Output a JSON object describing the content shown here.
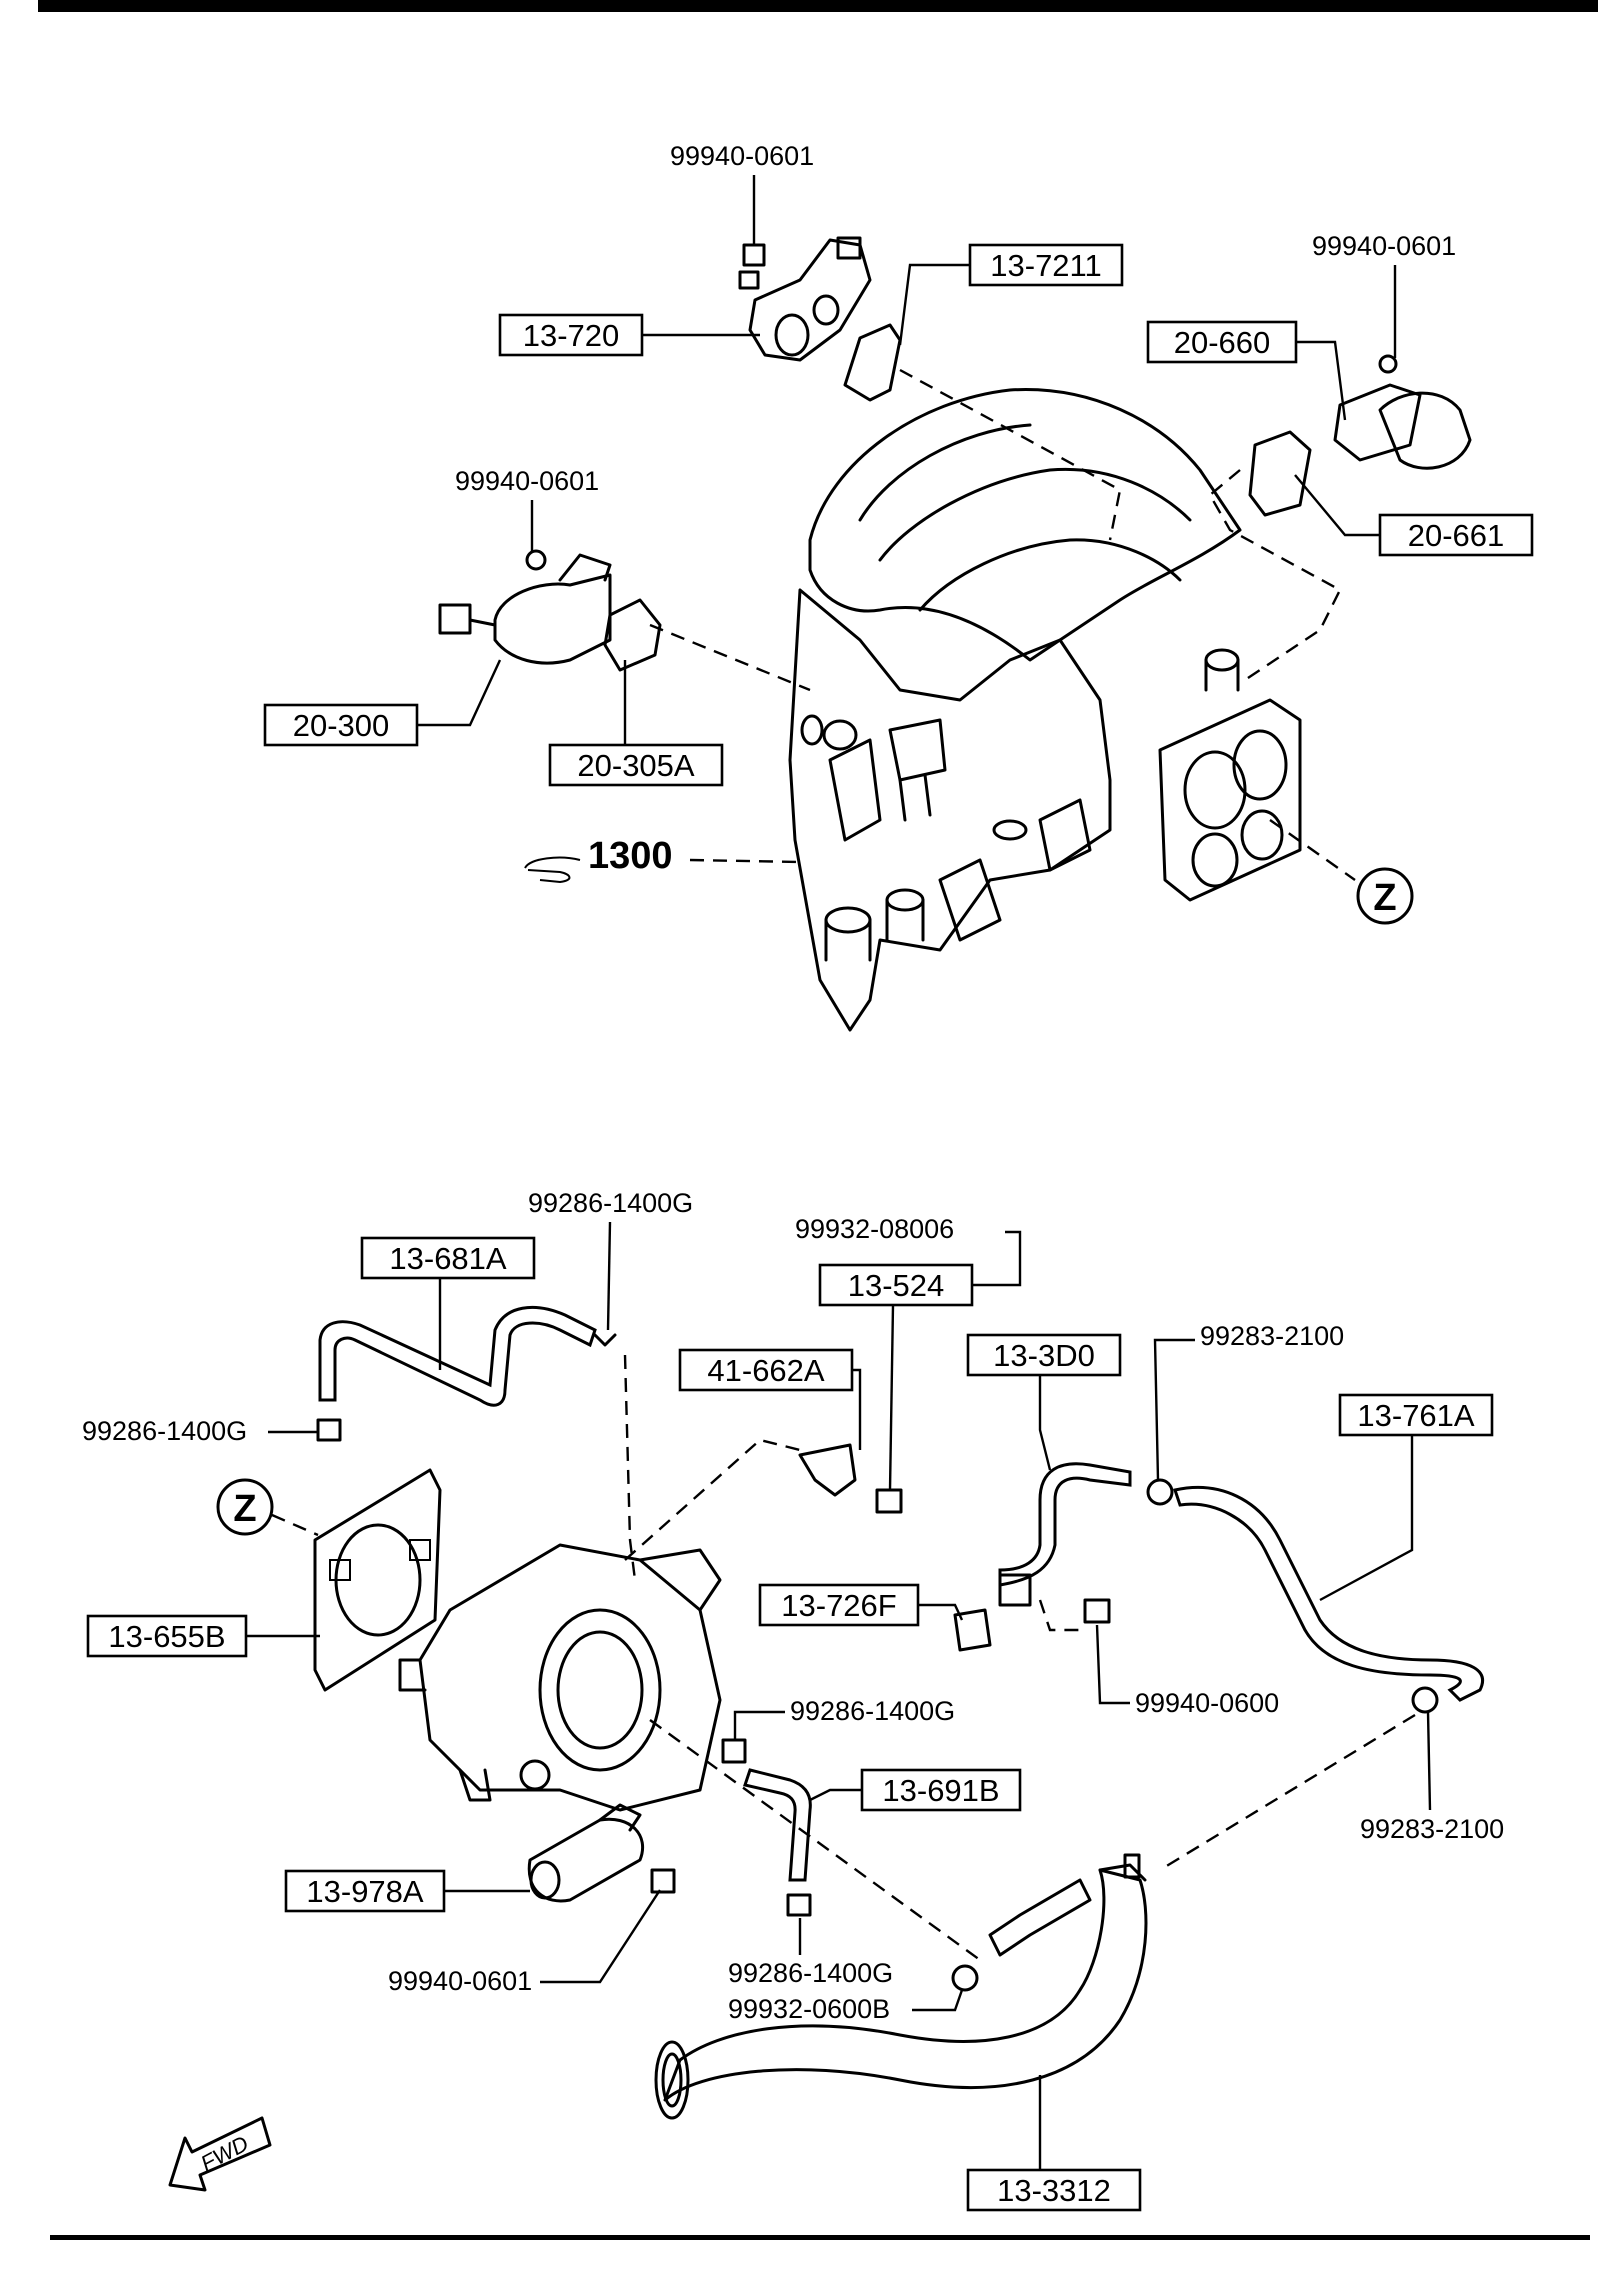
{
  "main_assembly_ref": "1300",
  "ref_marker": "Z",
  "direction_label": "FWD",
  "parts": {
    "p13_720": "13-720",
    "p13_7211": "13-7211",
    "p20_660": "20-660",
    "p20_661": "20-661",
    "p20_300": "20-300",
    "p20_305A": "20-305A",
    "p13_681A": "13-681A",
    "p13_524": "13-524",
    "p41_662A": "41-662A",
    "p13_3D0": "13-3D0",
    "p13_761A": "13-761A",
    "p13_655B": "13-655B",
    "p13_726F": "13-726F",
    "p13_691B": "13-691B",
    "p13_978A": "13-978A",
    "p13_3312": "13-3312"
  },
  "fasteners": {
    "f_top_1": "99940-0601",
    "f_top_2": "99940-0601",
    "f_top_3": "99940-0601",
    "f_clip_top": "99286-1400G",
    "f_clip_left": "99286-1400G",
    "f_bolt_524": "99932-08006",
    "f_clamp_1": "99283-2100",
    "f_nut_600": "99940-0600",
    "f_clip_mid": "99286-1400G",
    "f_clamp_2": "99283-2100",
    "f_nut_978": "99940-0601",
    "f_clip_bot": "99286-1400G",
    "f_bolt_600B": "99932-0600B"
  }
}
